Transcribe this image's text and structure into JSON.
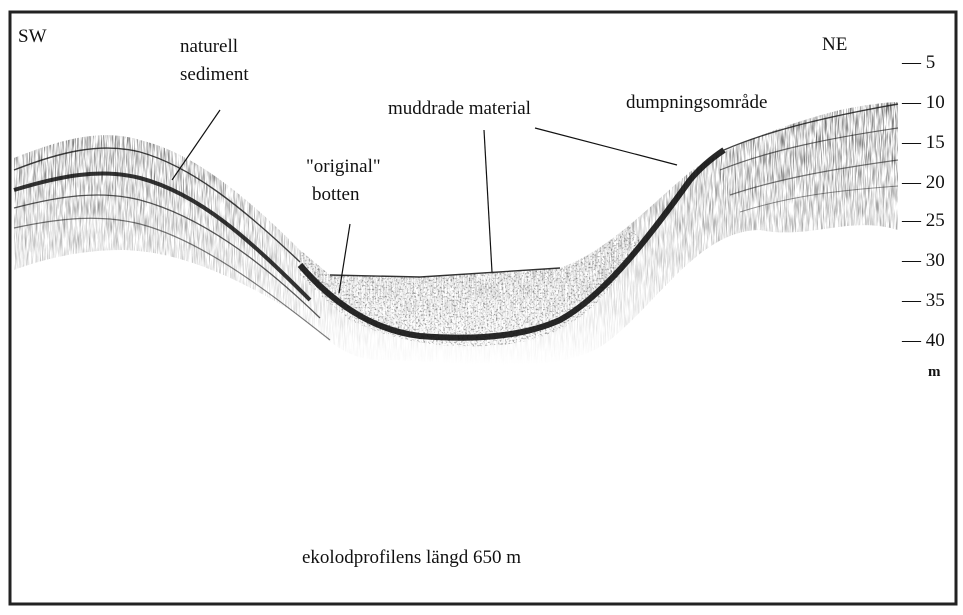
{
  "orientation": {
    "left": "SW",
    "right": "NE"
  },
  "labels": {
    "natural_sediment_line1": "naturell",
    "natural_sediment_line2": "sediment",
    "original_bottom_line1": "\"original\"",
    "original_bottom_line2": "botten",
    "dredged_material": "muddrade material",
    "dumping_area": "dumpningsområde"
  },
  "depth_scale": {
    "ticks": [
      "— 5",
      "— 10",
      "— 15",
      "— 20",
      "— 25",
      "— 30",
      "— 35",
      "— 40"
    ],
    "unit": "m"
  },
  "caption": "ekolodprofilens längd 650 m",
  "colors": {
    "ink": "#111111",
    "paper": "#ffffff",
    "echo": "#1a1a1a"
  }
}
